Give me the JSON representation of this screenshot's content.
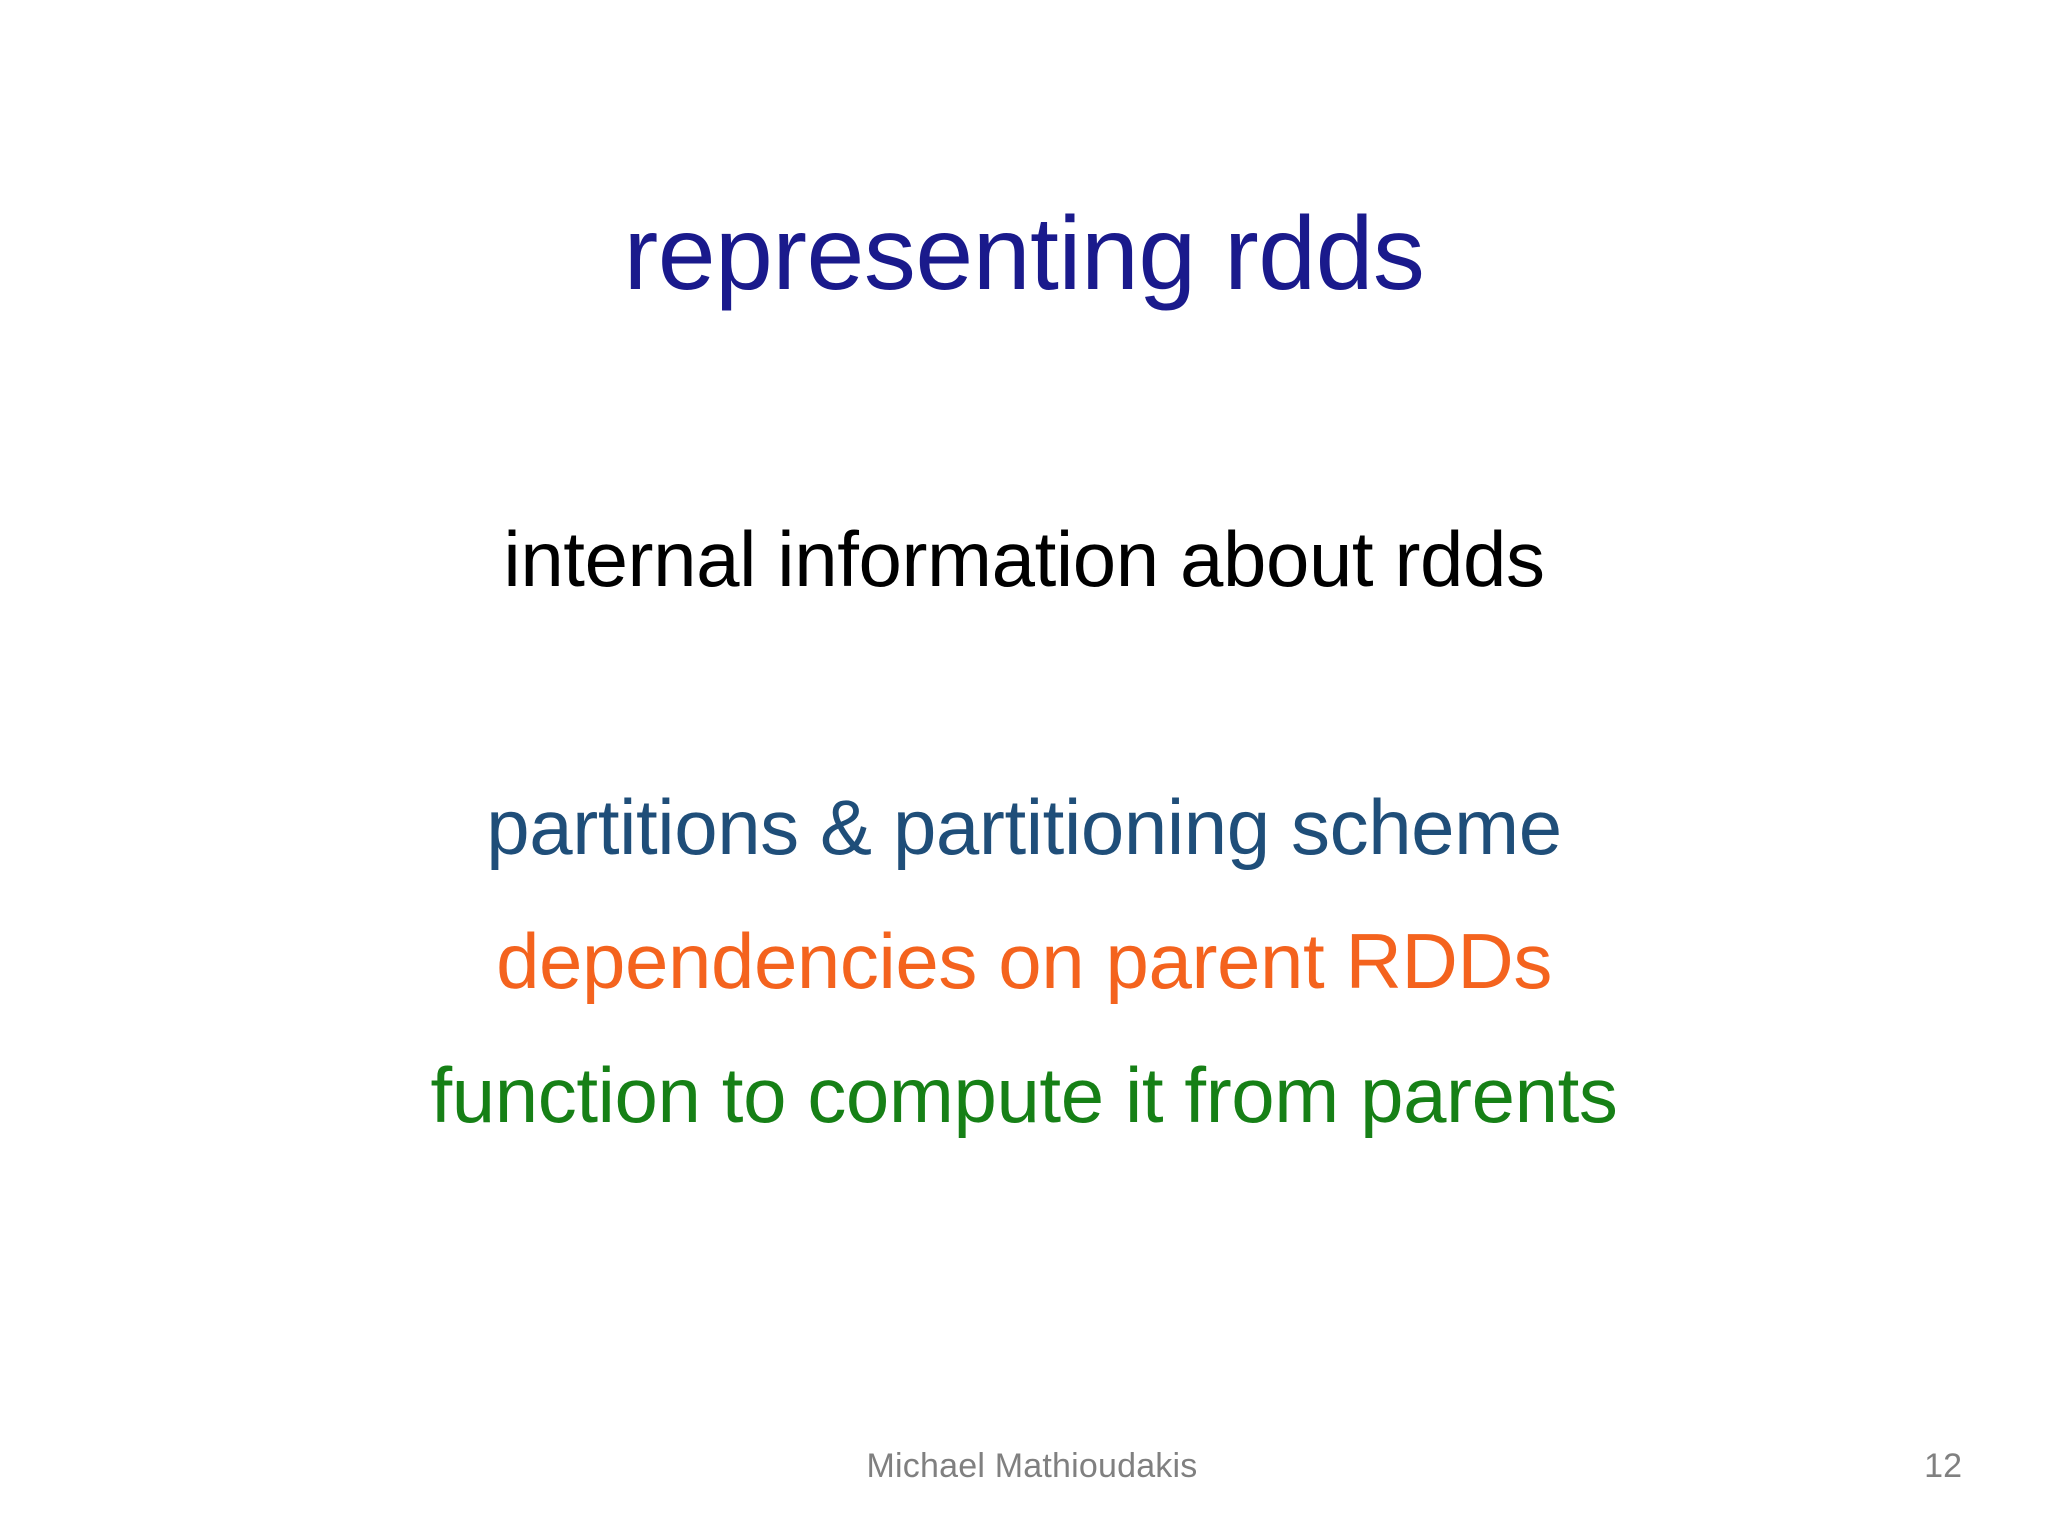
{
  "slide": {
    "background_color": "#FFFFFF",
    "title": {
      "text": "representing rdds",
      "color": "#1A1A8C"
    },
    "body": {
      "lines": [
        {
          "text": "internal information about rdds",
          "color": "#000000"
        },
        {
          "text": "",
          "color": "#000000"
        },
        {
          "text": "partitions & partitioning scheme",
          "color": "#1F4E79"
        },
        {
          "text": "dependencies on parent RDDs",
          "color": "#F4631E"
        },
        {
          "text": "function to compute it from parents",
          "color": "#168016"
        }
      ]
    },
    "footer": {
      "author": "Michael Mathioudakis",
      "page_number": "12",
      "color": "#808080"
    }
  }
}
